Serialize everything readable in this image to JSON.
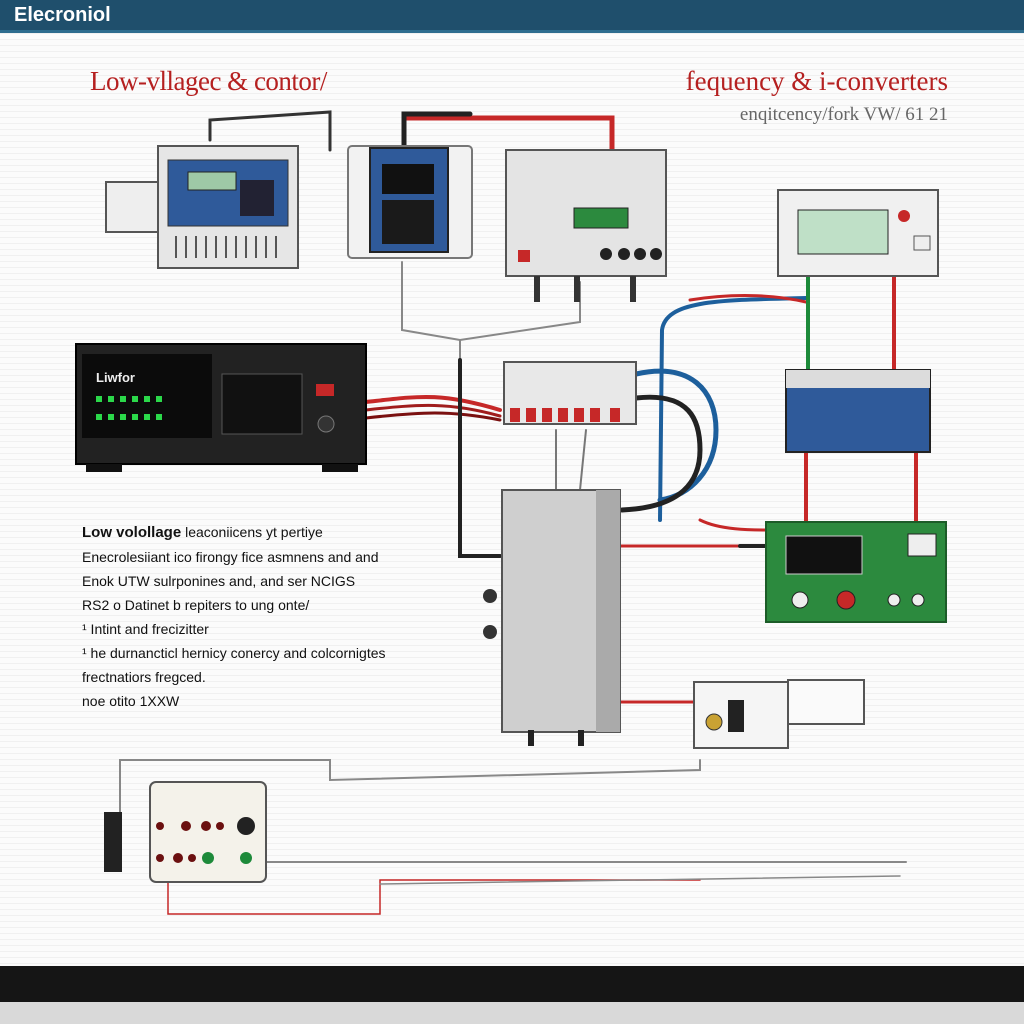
{
  "header": {
    "title": "Elecroniol"
  },
  "titles": {
    "left": "Low-vllagec & contor/",
    "right": "fequency & i-converters",
    "right_sub": "enqitcency/fork VW/ 61 21"
  },
  "devices": {
    "controller_label": "Liwfor"
  },
  "notes": {
    "heading": "Low volollage",
    "heading_rest": " leaconiicens yt pertiye",
    "lines": [
      "Enecrolesiiant ico firongy fice asmnens and and",
      "Enok UTW sulrponines and, and ser NCIGS",
      "RS2 o Datinet b repiters to ung onte/",
      "¹ Intint and frecizitter",
      "¹ he durnancticl hernicy conercy and colcornigtes",
      "frectnatiors fregced.",
      "noe otito 1XXW"
    ]
  },
  "colors": {
    "header": "#1f4f6c",
    "accent_red": "#b52020",
    "wire_red": "#c62828",
    "wire_blue": "#1d5f9c",
    "wire_green": "#1d8a3a",
    "pcb_green": "#2c8a3e",
    "panel_blue": "#2f5a9a"
  }
}
